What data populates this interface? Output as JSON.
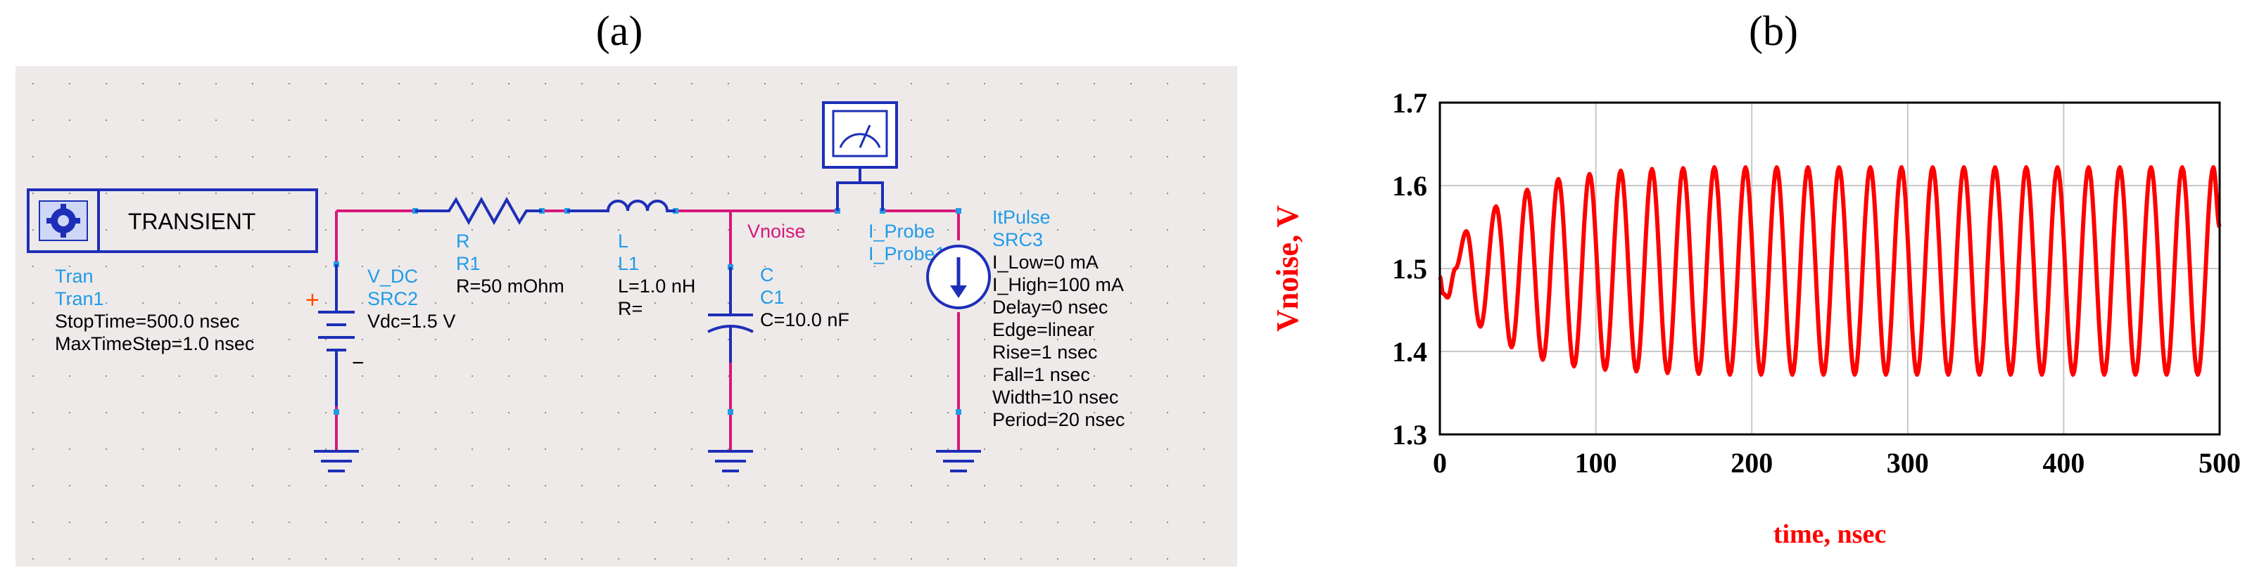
{
  "panels": {
    "a": "(a)",
    "b": "(b)"
  },
  "sim": {
    "title": "TRANSIENT",
    "type": "Tran",
    "name": "Tran1",
    "stop": "StopTime=500.0 nsec",
    "step": "MaxTimeStep=1.0 nsec"
  },
  "vdc": {
    "type": "V_DC",
    "name": "SRC2",
    "value": "Vdc=1.5 V",
    "plus": "+",
    "minus": "−"
  },
  "res": {
    "type": "R",
    "name": "R1",
    "value": "R=50 mOhm"
  },
  "ind": {
    "type": "L",
    "name": "L1",
    "value": "L=1.0 nH",
    "r": "R="
  },
  "cap": {
    "type": "C",
    "name": "C1",
    "value": "C=10.0 nF"
  },
  "node": "Vnoise",
  "probe": {
    "type": "I_Probe",
    "name": "I_Probe1"
  },
  "src": {
    "type": "ItPulse",
    "name": "SRC3",
    "params": [
      "I_Low=0 mA",
      "I_High=100 mA",
      "Delay=0 nsec",
      "Edge=linear",
      "Rise=1 nsec",
      "Fall=1 nsec",
      "Width=10 nsec",
      "Period=20 nsec"
    ]
  },
  "colors": {
    "wire": "#d6187a",
    "component": "#1d2fb8",
    "label": "#1f9be8",
    "trace": "#ff0000",
    "schematic_bg": "#efeaea"
  },
  "chart_data": {
    "type": "line",
    "xlabel": "time, nsec",
    "ylabel": "Vnoise, V",
    "xlim": [
      0,
      500
    ],
    "ylim": [
      1.3,
      1.7
    ],
    "xticks": [
      0,
      100,
      200,
      300,
      400,
      500
    ],
    "yticks": [
      1.3,
      1.4,
      1.5,
      1.6,
      1.7
    ],
    "grid": true,
    "series": [
      {
        "x": [
          0,
          2,
          5,
          10,
          17,
          26,
          36,
          46,
          56,
          66,
          76,
          86,
          96,
          106,
          116,
          126,
          136,
          146,
          156,
          166,
          176,
          186,
          196,
          206,
          216,
          226,
          236,
          246,
          256,
          266,
          276,
          286,
          296,
          306,
          316,
          326,
          336,
          346,
          356,
          366,
          376,
          386,
          396,
          406,
          416,
          426,
          436,
          446,
          456,
          466,
          476,
          486,
          496,
          500
        ],
        "y": [
          1.49,
          1.47,
          1.465,
          1.5,
          1.545,
          1.43,
          1.575,
          1.405,
          1.595,
          1.39,
          1.608,
          1.382,
          1.614,
          1.378,
          1.618,
          1.376,
          1.62,
          1.374,
          1.621,
          1.373,
          1.622,
          1.372,
          1.622,
          1.372,
          1.622,
          1.372,
          1.622,
          1.372,
          1.622,
          1.372,
          1.622,
          1.372,
          1.622,
          1.372,
          1.622,
          1.372,
          1.622,
          1.372,
          1.622,
          1.372,
          1.622,
          1.372,
          1.622,
          1.372,
          1.622,
          1.372,
          1.622,
          1.372,
          1.622,
          1.372,
          1.622,
          1.372,
          1.622,
          1.55
        ]
      }
    ]
  }
}
